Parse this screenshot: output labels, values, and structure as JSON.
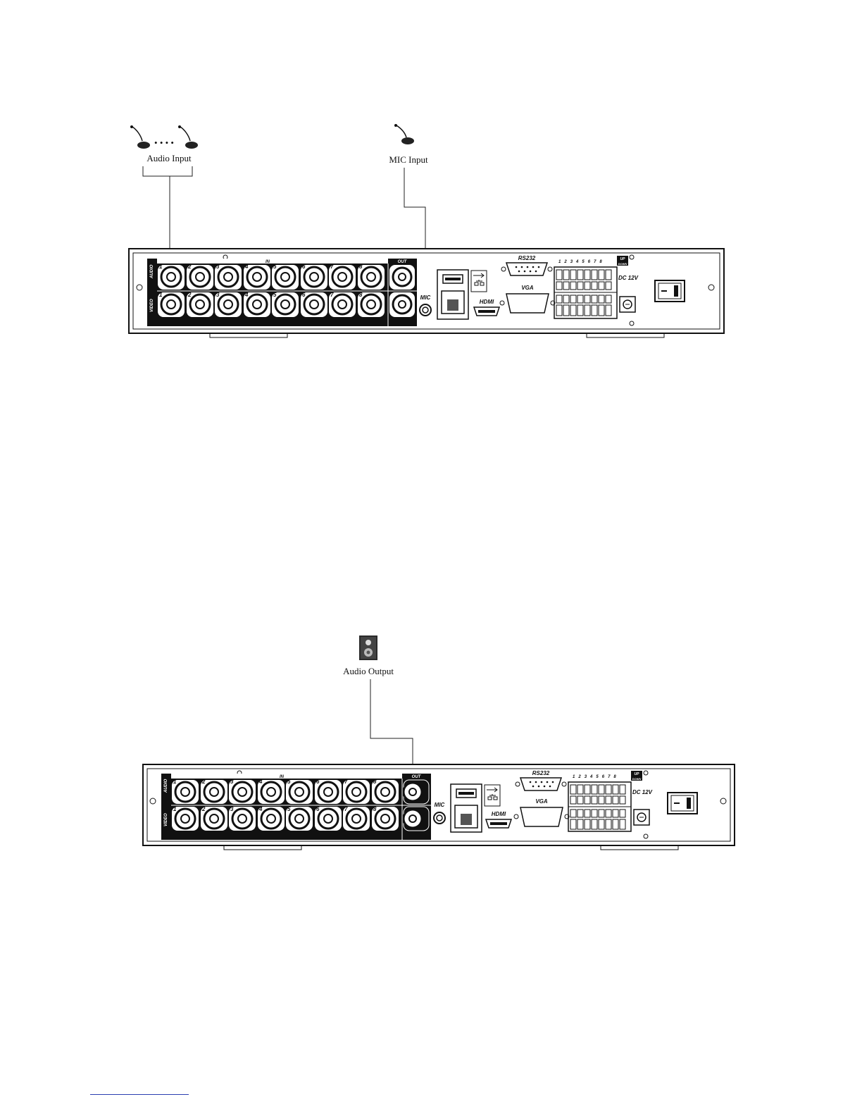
{
  "top_diagram": {
    "audio_input_caption": "Audio Input",
    "mic_input_caption": "MIC Input",
    "mic_dots": "• • • •"
  },
  "bottom_diagram": {
    "audio_output_caption": "Audio Output"
  },
  "panel": {
    "in_label": "IN",
    "out_label": "OUT",
    "audio_row_label": "AUDIO",
    "video_row_label": "VIDEO",
    "channel_numbers": [
      "1",
      "2",
      "3",
      "4",
      "5",
      "6",
      "7",
      "8"
    ],
    "mic_label": "MIC",
    "hdmi_label": "HDMI",
    "rs232_label": "RS232",
    "vga_label": "VGA",
    "dc_label": "DC 12V",
    "up_label": "UP",
    "down_label": "DOWN",
    "terminal_numbers": [
      "1",
      "2",
      "3",
      "4",
      "5",
      "6",
      "7",
      "8"
    ]
  },
  "icons": {
    "microphone": "microphone-icon",
    "speaker": "speaker-icon",
    "usb": "usb-icon",
    "network": "network-icon",
    "power_switch": "power-switch-icon"
  }
}
